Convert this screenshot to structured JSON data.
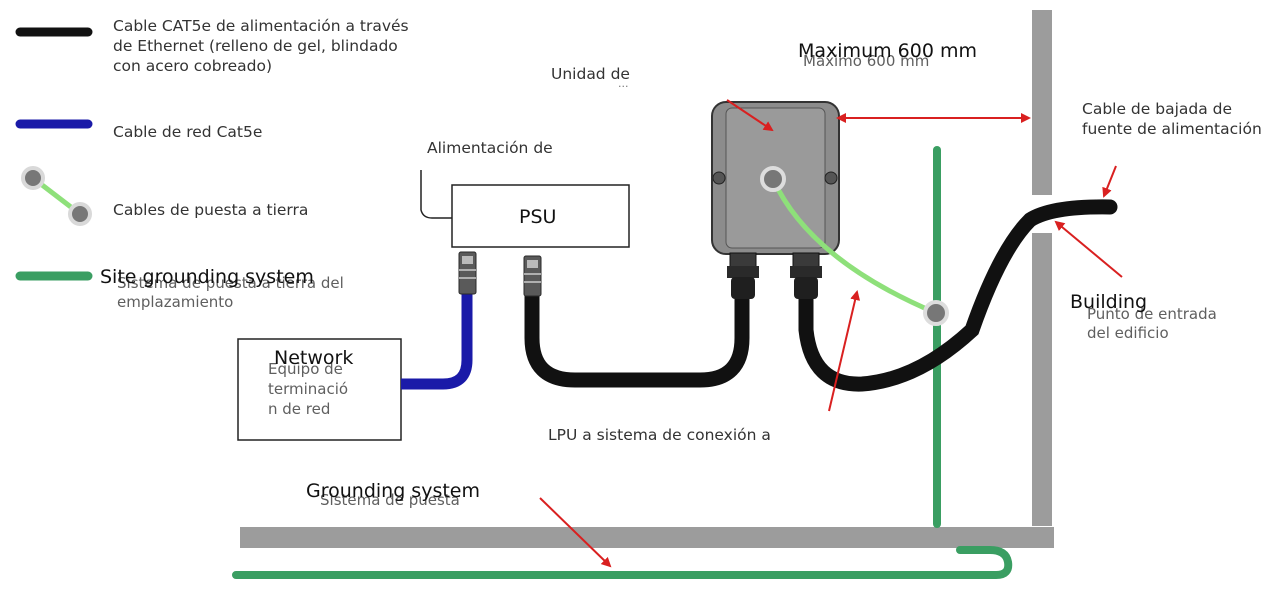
{
  "legend": {
    "poe_cable": "Cable CAT5e de alimentación a través\nde Ethernet (relleno de gel, blindado\ncon acero cobreado)",
    "network_cable": "Cable de red Cat5e",
    "ground_cables": "Cables de puesta a tierra",
    "site_grounding_en": "Site grounding system",
    "site_grounding_es": "Sistema de puesta a tierra del\nemplazamiento"
  },
  "labels": {
    "unit": "Unidad de",
    "unit_cut": "...",
    "power_supply": "Alimentación de",
    "psu": "PSU",
    "maximum_en": "Maximum 600 mm",
    "maximum_es": "Máximo 600 mm",
    "downlead": "Cable de bajada de\nfuente de alimentación",
    "building_en": "Building",
    "entry_point": "Punto de entrada\ndel edificio",
    "network_en": "Network",
    "network_es": "Equipo de\nterminació\nn de red",
    "lpu_ground": "LPU a sistema de conexión a",
    "grounding_en": "Grounding system",
    "grounding_es": "Sistema de puesta"
  },
  "colors": {
    "black_cable": "#111111",
    "blue_cable": "#1a1aa8",
    "ground_wire": "#8ee07a",
    "green_ground": "#3a9e62",
    "wall": "#9c9c9c",
    "arrow": "#d92020"
  }
}
